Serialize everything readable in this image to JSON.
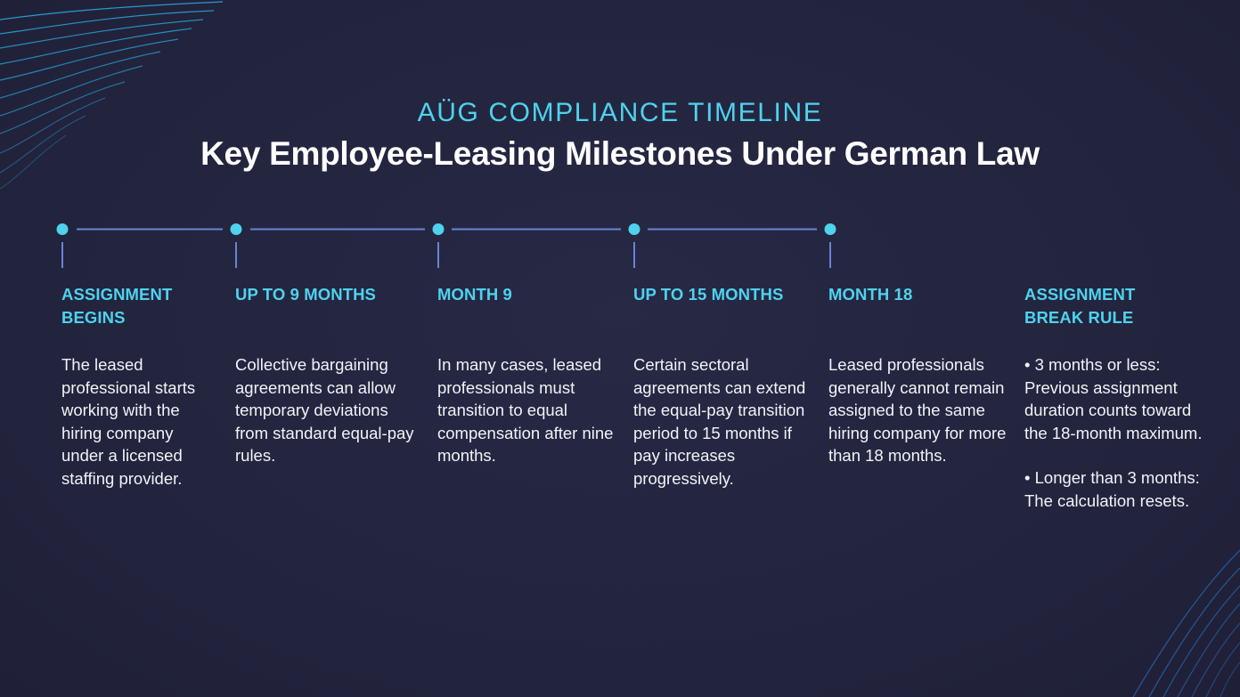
{
  "header": {
    "eyebrow": "AÜG COMPLIANCE TIMELINE",
    "title": "Key Employee-Leasing Milestones Under German Law"
  },
  "colors": {
    "background": "#23243e",
    "accent": "#4fd2ee",
    "connector": "#6b83d6",
    "text": "#f2f3f8"
  },
  "milestones": [
    {
      "heading": "ASSIGNMENT BEGINS",
      "body": "The leased professional starts working with the hiring company under a licensed staffing provider."
    },
    {
      "heading": "UP TO 9 MONTHS",
      "body": "Collective bargaining agreements can allow temporary deviations from standard equal-pay rules."
    },
    {
      "heading": "MONTH 9",
      "body": "In many cases, leased professionals must transition to equal compensation after nine months."
    },
    {
      "heading": "UP TO 15 MONTHS",
      "body": "Certain sectoral agreements can extend the equal-pay transition period to 15 months if pay increases progressively."
    },
    {
      "heading": "MONTH 18",
      "body": "Leased professionals generally cannot remain assigned to the same hiring company for more than 18 months."
    },
    {
      "heading": "ASSIGNMENT BREAK RULE",
      "bullets": [
        "• 3 months or less: Previous assignment duration counts toward the 18-month maximum.",
        "• Longer than 3 months: The calculation resets."
      ]
    }
  ]
}
